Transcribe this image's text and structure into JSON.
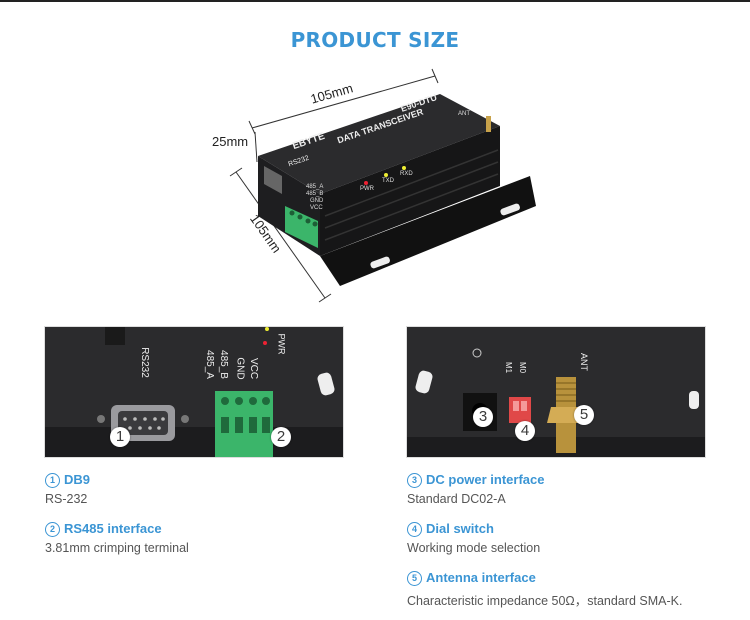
{
  "title": "PRODUCT SIZE",
  "dimensions": {
    "length": "105mm",
    "height": "25mm",
    "width": "105mm"
  },
  "device": {
    "brand": "EBYTE",
    "model": "E90-DTU",
    "name": "DATA TRANSCEIVER",
    "port_rs232": "RS232",
    "terminal_labels": [
      "485_A",
      "485_B",
      "GND",
      "VCC"
    ],
    "leds": [
      "PWR",
      "TXD",
      "RXD"
    ],
    "ant": "ANT"
  },
  "detail_left": {
    "port_label": "RS232",
    "terminal_labels": [
      "485_A",
      "485_B",
      "GND",
      "VCC"
    ],
    "led_label": "PWR",
    "callouts": [
      "1",
      "2"
    ]
  },
  "detail_right": {
    "ant_label": "ANT",
    "switch_labels": [
      "M1",
      "M0"
    ],
    "callouts": [
      "3",
      "4",
      "5"
    ]
  },
  "features": [
    {
      "num": "1",
      "title": "DB9",
      "desc": "RS-232"
    },
    {
      "num": "2",
      "title": "RS485 interface",
      "desc": "3.81mm crimping terminal"
    },
    {
      "num": "3",
      "title": "DC power interface",
      "desc": "Standard DC02-A"
    },
    {
      "num": "4",
      "title": "Dial switch",
      "desc": "Working mode selection"
    },
    {
      "num": "5",
      "title": "Antenna interface",
      "desc": "Characteristic impedance 50Ω，standard SMA-K."
    }
  ],
  "colors": {
    "accent": "#3b95d4",
    "device_body": "#2a2a2c",
    "terminal_green": "#3bb56a",
    "connector_gold": "#c8a24a"
  }
}
